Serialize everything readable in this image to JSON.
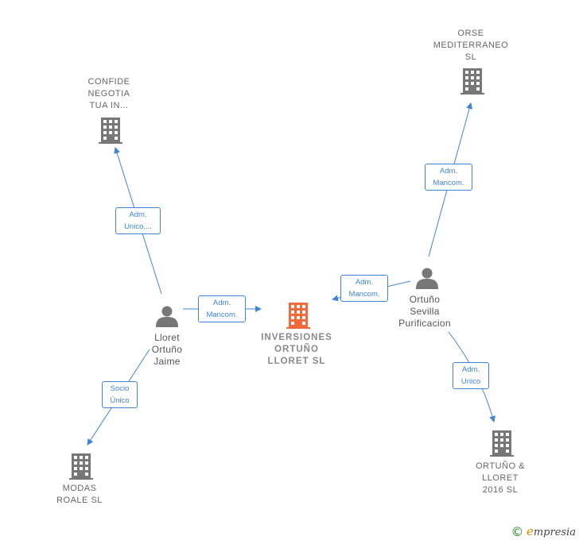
{
  "nodes": {
    "main": {
      "lines": [
        "INVERSIONES",
        "ORTUÑO",
        "LLORET  SL"
      ],
      "color": "#f26a3a"
    },
    "confide": {
      "lines": [
        "CONFIDE",
        "NEGOTIA",
        "TUA IN..."
      ]
    },
    "orse": {
      "lines": [
        "ORSE",
        "MEDITERRANEO",
        "SL"
      ]
    },
    "modas": {
      "lines": [
        "MODAS",
        "ROALE SL"
      ]
    },
    "ortuno2016": {
      "lines": [
        "ORTUÑO &",
        "LLORET",
        "2016  SL"
      ]
    },
    "lloret": {
      "lines": [
        "Lloret",
        "Ortuño",
        "Jaime"
      ]
    },
    "ortuno_person": {
      "lines": [
        "Ortuño",
        "Sevilla",
        "Purificacion"
      ]
    }
  },
  "edges": {
    "lloret_confide": [
      "Adm.",
      "Unico,..."
    ],
    "lloret_main": [
      "Adm.",
      "Mancom."
    ],
    "lloret_modas": [
      "Socio",
      "Único"
    ],
    "ortuno_orse": [
      "Adm.",
      "Mancom."
    ],
    "ortuno_main": [
      "Adm.",
      "Mancom."
    ],
    "ortuno_2016": [
      "Adm.",
      "Unico"
    ]
  },
  "colors": {
    "edge": "#3f84d8",
    "building": "#777777",
    "main_building": "#f26a3a",
    "person": "#777777"
  },
  "brand": {
    "copyright": "©",
    "first": "e",
    "rest": "mpresia"
  }
}
